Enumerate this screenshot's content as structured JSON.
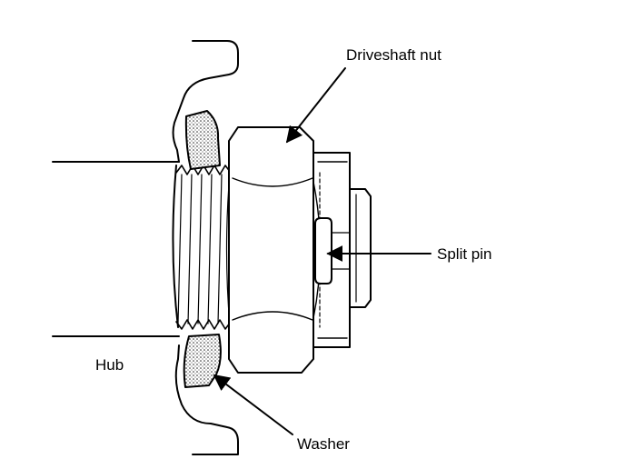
{
  "diagram": {
    "labels": {
      "driveshaft_nut": "Driveshaft nut",
      "split_pin": "Split pin",
      "hub": "Hub",
      "washer": "Washer"
    }
  }
}
